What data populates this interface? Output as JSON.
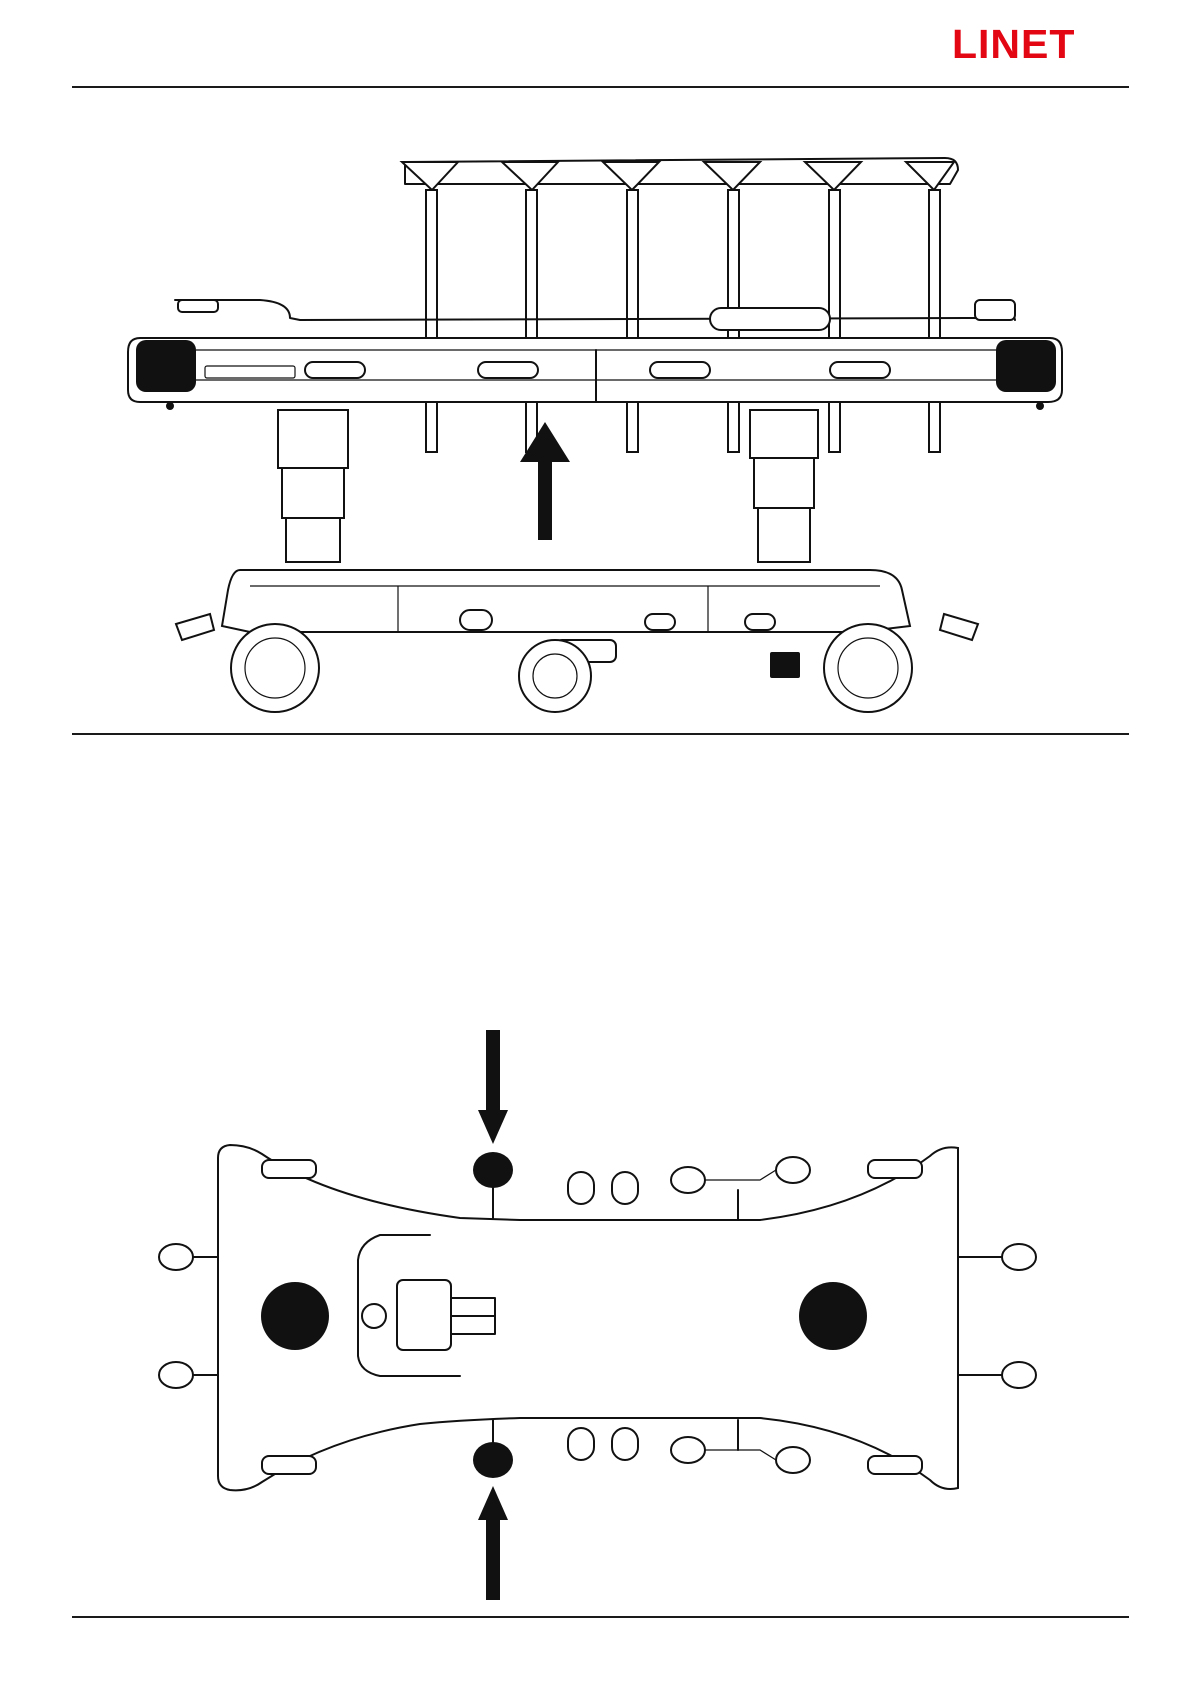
{
  "header": {
    "brand": "LINET",
    "brand_color": "#e30613"
  },
  "figures": [
    {
      "view": "side",
      "arrow": "up"
    },
    {
      "view": "top",
      "arrows": [
        "down",
        "up"
      ]
    }
  ]
}
